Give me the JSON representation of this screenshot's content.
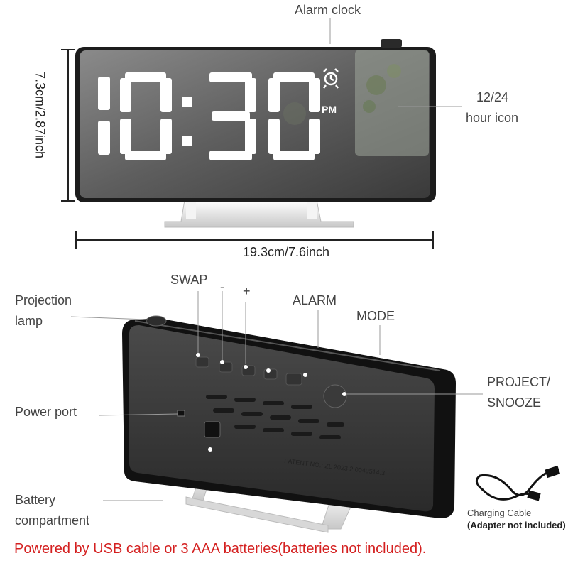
{
  "top": {
    "alarm_clock_label": "Alarm clock",
    "hour_icon_label_line1": "12/24",
    "hour_icon_label_line2": "hour icon",
    "height_dim": "7.3cm/2.87inch",
    "width_dim": "19.3cm/7.6inch",
    "display_time": "10:30",
    "display_period": "PM"
  },
  "bottom": {
    "projection_lamp_line1": "Projection",
    "projection_lamp_line2": "lamp",
    "swap": "SWAP",
    "minus": "-",
    "plus": "+",
    "alarm": "ALARM",
    "mode": "MODE",
    "project_snooze_line1": "PROJECT/",
    "project_snooze_line2": "SNOOZE",
    "power_port": "Power port",
    "battery_line1": "Battery",
    "battery_line2": "compartment",
    "patent": "PATENT NO.: ZL 2023 2 0049514.3",
    "charging_cable": "Charging Cable",
    "adapter_note": "(Adapter not included)"
  },
  "footer": "Powered by USB cable or 3 AAA batteries(batteries not included).",
  "colors": {
    "display_digit": "#ffffff",
    "footer_text": "#d42020",
    "clock_body": "#1c1c1c"
  },
  "icons": [
    "alarm-bell-icon",
    "usb-cable-icon"
  ]
}
